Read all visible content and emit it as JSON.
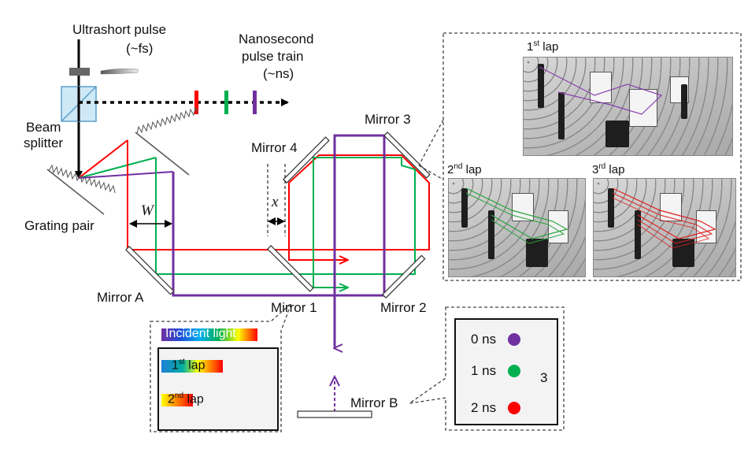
{
  "labels": {
    "ultrashort_pulse": "Ultrashort pulse",
    "fs": "(~fs)",
    "ns_train_1": "Nanosecond",
    "ns_train_2": "pulse train",
    "ns_train_3": "(~ns)",
    "beam_splitter_1": "Beam",
    "beam_splitter_2": "splitter",
    "grating_pair": "Grating pair",
    "mirror_a": "Mirror A",
    "mirror_1": "Mirror 1",
    "mirror_2": "Mirror 2",
    "mirror_3": "Mirror 3",
    "mirror_4": "Mirror 4",
    "mirror_b": "Mirror B",
    "w": "W",
    "x": "x"
  },
  "photos": {
    "lap1": {
      "num": "1",
      "sup": "st",
      "text": " lap"
    },
    "lap2": {
      "num": "2",
      "sup": "nd",
      "text": " lap"
    },
    "lap3": {
      "num": "3",
      "sup": "rd",
      "text": " lap"
    }
  },
  "legend": {
    "incident": "Incident light",
    "lap1": {
      "num": "1",
      "sup": "st",
      "text": " lap"
    },
    "lap2": {
      "num": "2",
      "sup": "nd",
      "text": " lap"
    }
  },
  "timing": {
    "rows": [
      {
        "label": "0 ns",
        "color": "#7030a0"
      },
      {
        "label": "1 ns",
        "color": "#00b050"
      },
      {
        "label": "2 ns",
        "color": "#ff0000"
      }
    ],
    "bracket_label": "3"
  },
  "colors": {
    "red": "#ff0000",
    "green": "#00b050",
    "purple": "#7030a0",
    "black": "#000000"
  }
}
